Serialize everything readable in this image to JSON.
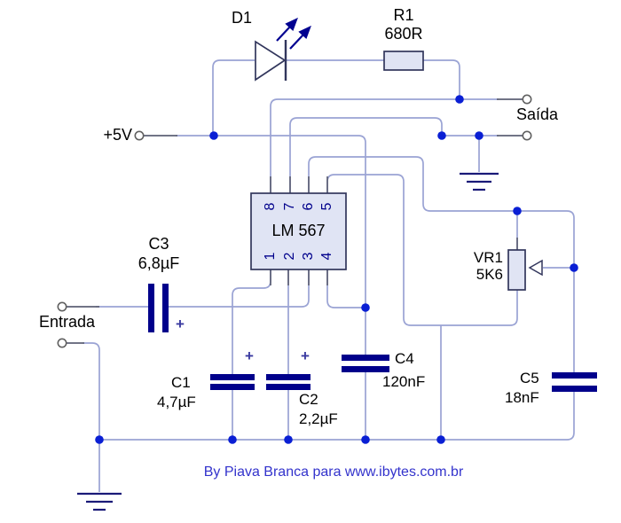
{
  "labels": {
    "supply": "+5V",
    "input": "Entrada",
    "output": "Saída",
    "footer": "By Piava Branca para www.ibytes.com.br"
  },
  "ic": {
    "name": "LM 567",
    "pins_top": [
      "8",
      "7",
      "6",
      "5"
    ],
    "pins_bottom": [
      "1",
      "2",
      "3",
      "4"
    ]
  },
  "components": {
    "d1": {
      "ref": "D1"
    },
    "r1": {
      "ref": "R1",
      "value": "680R"
    },
    "vr1": {
      "ref": "VR1",
      "value": "5K6"
    },
    "c1": {
      "ref": "C1",
      "value": "4,7µF",
      "polarity": "+"
    },
    "c2": {
      "ref": "C2",
      "value": "2,2µF",
      "polarity": "+"
    },
    "c3": {
      "ref": "C3",
      "value": "6,8µF",
      "polarity": "+"
    },
    "c4": {
      "ref": "C4",
      "value": "120nF"
    },
    "c5": {
      "ref": "C5",
      "value": "18nF"
    }
  },
  "colors": {
    "wire": "#9aa3d4",
    "component_outline": "#32365c",
    "component_fill": "#e0e4f4",
    "navy_plate": "#00008b",
    "junction_dot": "#0a1fd4",
    "terminal_ring": "#606060",
    "ground": "#1a1a78",
    "footer_text": "#3333cc",
    "label_text": "#000000"
  }
}
